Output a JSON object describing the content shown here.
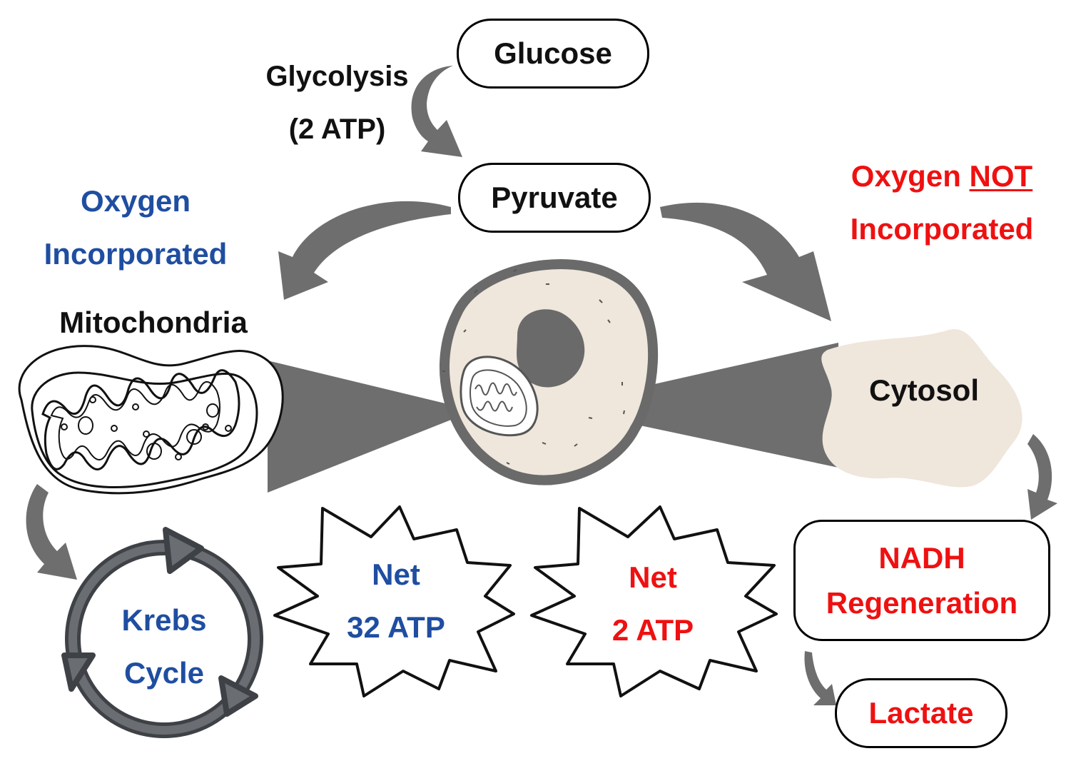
{
  "nodes": {
    "glucose": "Glucose",
    "pyruvate": "Pyruvate",
    "mitochondria": "Mitochondria",
    "cytosol": "Cytosol",
    "nadh_line1": "NADH",
    "nadh_line2": "Regeneration",
    "lactate": "Lactate"
  },
  "glycolysis": {
    "line1": "Glycolysis",
    "line2": "(2 ATP)"
  },
  "aerobic": {
    "line1": "Oxygen",
    "line2": "Incorporated",
    "krebs_line1": "Krebs",
    "krebs_line2": "Cycle",
    "net_line1": "Net",
    "net_line2": "32 ATP"
  },
  "anaerobic": {
    "line1a": "Oxygen",
    "line1b": "NOT",
    "line2": "Incorporated",
    "net_line1": "Net",
    "net_line2": "2 ATP"
  },
  "colors": {
    "aerobic": "#1f4ea1",
    "anaerobic": "#ee1111",
    "arrow": "#6e6e6e",
    "cell_fill": "#efe6dc",
    "nucleus": "#6a6a6a"
  }
}
